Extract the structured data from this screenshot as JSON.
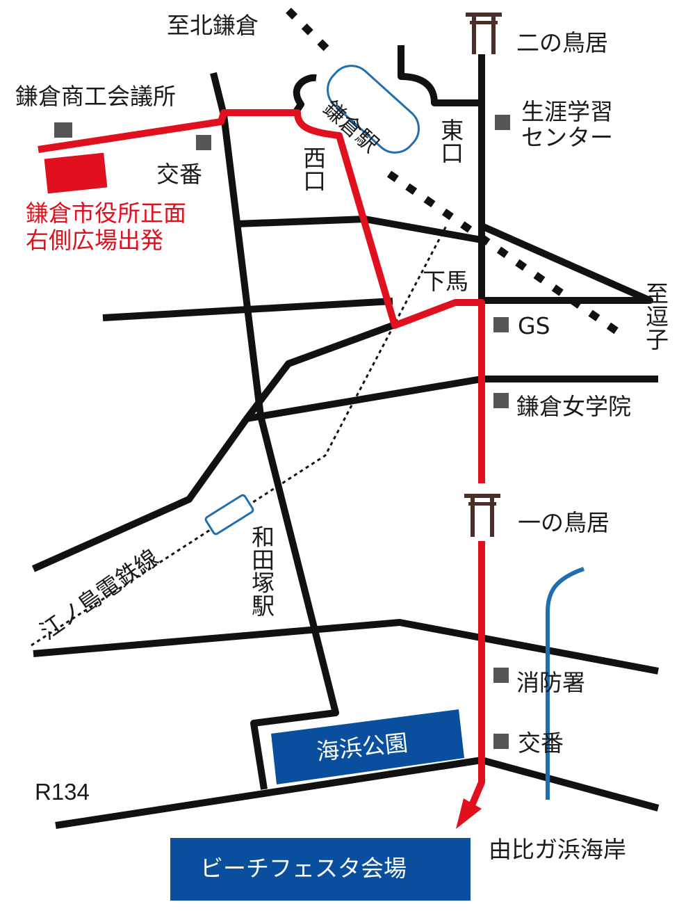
{
  "colors": {
    "road": "#111111",
    "route": "#e0101e",
    "rail": "#1f6fb0",
    "venue": "#0a4f9e",
    "marker": "#555555",
    "torii": "#4a2f28"
  },
  "icons": {
    "torii": "torii-gate-icon",
    "landmark": "square-marker-icon",
    "start": "red-rectangle-marker"
  },
  "labels": {
    "to_kitakamakura": "至北鎌倉",
    "ni_no_torii": "二の鳥居",
    "chamber_of_commerce": "鎌倉商工会議所",
    "lifelong_center": "生涯学習\nセンター",
    "koban_north": "交番",
    "kamakura_station": "鎌倉駅",
    "east_exit": "東口",
    "west_exit": "西口",
    "start_note": "鎌倉市役所正面\n右側広場出発",
    "geba": "下馬",
    "to_zushi": "至逗子",
    "gs": "GS",
    "girls_school": "鎌倉女学院",
    "ichi_no_torii": "一の鳥居",
    "wadazuka_station": "和田塚駅",
    "enoden_line": "江ノ島電鉄線",
    "fire_station": "消防署",
    "kaihin_park": "海浜公園",
    "koban_south": "交番",
    "r134": "R134",
    "yuigahama": "由比ガ浜海岸",
    "venue": "ビーチフェスタ会場"
  }
}
